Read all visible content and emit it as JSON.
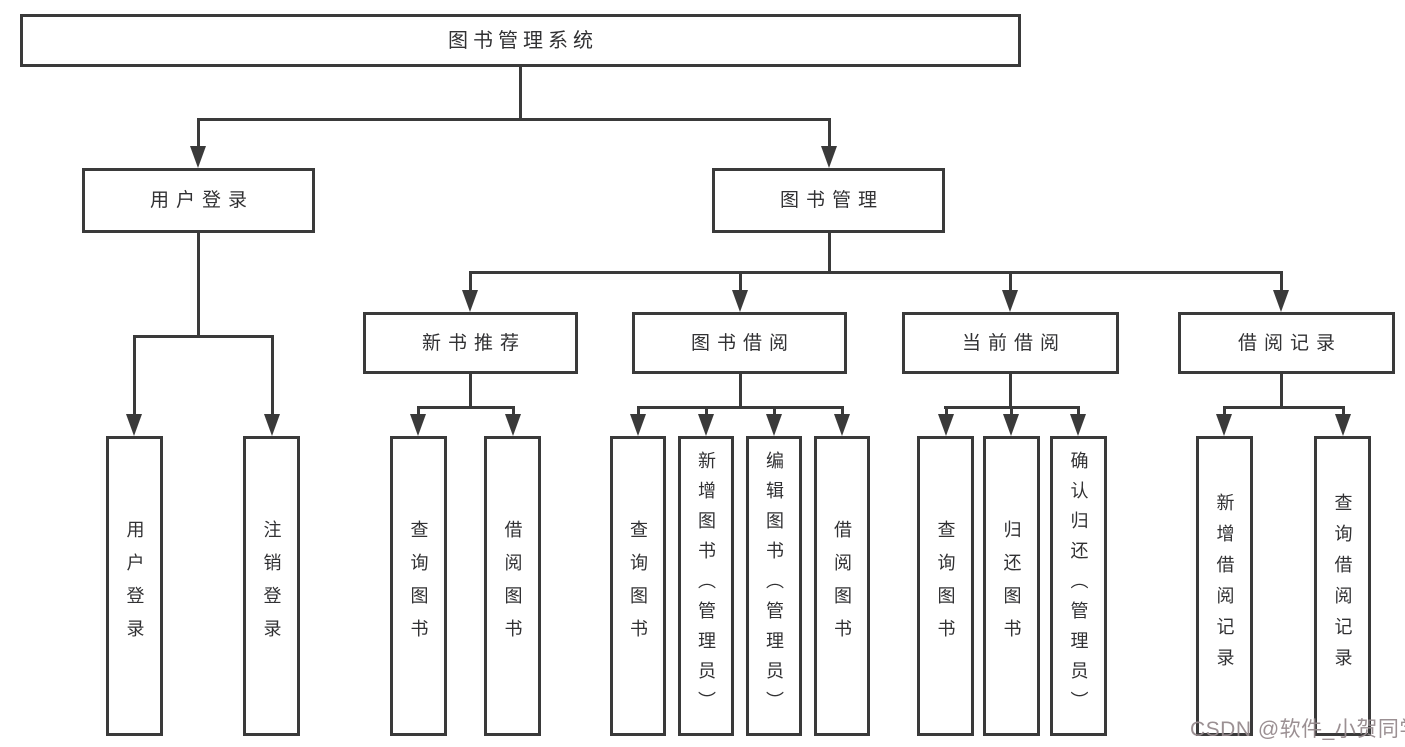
{
  "tree": {
    "root": {
      "label": "图书管理系统"
    },
    "branches": [
      {
        "label": "用户登录",
        "children": [
          {
            "label": "用户登录"
          },
          {
            "label": "注销登录"
          }
        ]
      },
      {
        "label": "图书管理",
        "children": [
          {
            "label": "新书推荐",
            "children": [
              {
                "label": "查询图书"
              },
              {
                "label": "借阅图书"
              }
            ]
          },
          {
            "label": "图书借阅",
            "children": [
              {
                "label": "查询图书"
              },
              {
                "label": "新增图书（管理员）"
              },
              {
                "label": "编辑图书（管理员）"
              },
              {
                "label": "借阅图书"
              }
            ]
          },
          {
            "label": "当前借阅",
            "children": [
              {
                "label": "查询图书"
              },
              {
                "label": "归还图书"
              },
              {
                "label": "确认归还（管理员）"
              }
            ]
          },
          {
            "label": "借阅记录",
            "children": [
              {
                "label": "新增借阅记录"
              },
              {
                "label": "查询借阅记录"
              }
            ]
          }
        ]
      }
    ]
  },
  "watermark": {
    "text": "CSDN @软件_小贺同学"
  },
  "colors": {
    "line": "#3a3a3a",
    "text": "#313133",
    "background": "#ffffff",
    "watermark": "#968a8d"
  }
}
